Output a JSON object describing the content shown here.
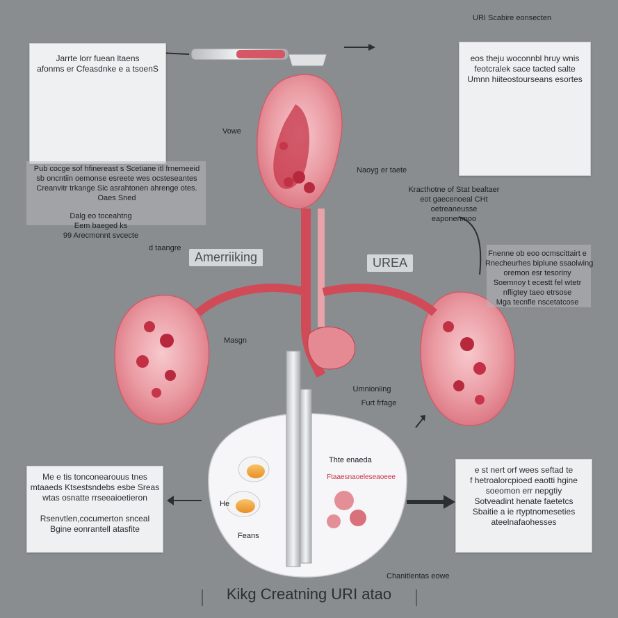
{
  "title": "Kikg Creatning URI atao",
  "top_caption": "URI Scabire eonsecten",
  "panels": {
    "top_left": {
      "lines": [
        "Jarrte lorr fuean ltaens",
        "afonms er Cfeasdnke e a tsoenS"
      ]
    },
    "top_right": {
      "lines": [
        "eos theju woconnbl hruy wnis",
        "feotcralek sace tacted salte",
        "Umnn hiiteostourseans esortes"
      ]
    },
    "bottom_left": {
      "lines": [
        "Me e tis tonconearouus tnes",
        "mtaaeds Ktsestsndebs esbe Sreas",
        "wtas osnatte rrseeaioetieron",
        "",
        "Rsenvtlen,cocumerton snceal",
        "Bgine eonrantell atasfite"
      ]
    },
    "bottom_right": {
      "lines": [
        "e st nert orf wees seftad te",
        "f hetroalorcpioed eaotti hgine",
        "soeomon err nepgtiy",
        "Sotveadint henate faetetcs",
        "Sbaitie a ie rtyptnomeseties",
        "ateelnafaohesses"
      ]
    }
  },
  "left_notes": {
    "block1": [
      "Pub cocge sof hfinereast s Scetiane itl frnemeeid",
      "sb oncntiin oemonse esreete wes ocsteseantes",
      "Creanvitr trkange Sic asrahtonen ahrenge otes.",
      "Oaes Sned"
    ],
    "block2": [
      "Dalg eo toceahtng",
      "Eem baeged ks",
      "99 Arecmonnt svcecte"
    ],
    "small1": "d taangre",
    "small2": "Vowe",
    "small3": "Masgn"
  },
  "right_notes": {
    "block1": [
      "Kracthotne of Stat bealtaer",
      "eot gaecenoeal CHt",
      "oetreaneusse",
      "eaponenmoo"
    ],
    "block2": [
      "Fnenne ob eoo ocmscittairt e",
      "Rnecheurhes biplune ssaolwing",
      "oremon esr tesoriny",
      "Soemnoy t ecestt fel wtetr",
      "nfligtey taeo etrsose",
      "Mga tecnfle nscetatcose"
    ],
    "small1": "Naoyg er taete"
  },
  "center_notes": {
    "label1": "Umnioniing",
    "label2": "Furt frfage",
    "label3": "Thte enaeda",
    "label4": "Ftaaesnaoeleseaoeee",
    "label5": "He",
    "label6": "Feans",
    "label7": "Chanitlentas eowe"
  },
  "tags": {
    "left": "Amerriiking",
    "right": "UREA"
  },
  "colors": {
    "background": "#8a8d90",
    "kidney": "#e58a93",
    "kidney_dark": "#c73a4e",
    "vessel": "#d9535f",
    "bladder": "#f5f4f6",
    "urine": "#f0a33a"
  }
}
